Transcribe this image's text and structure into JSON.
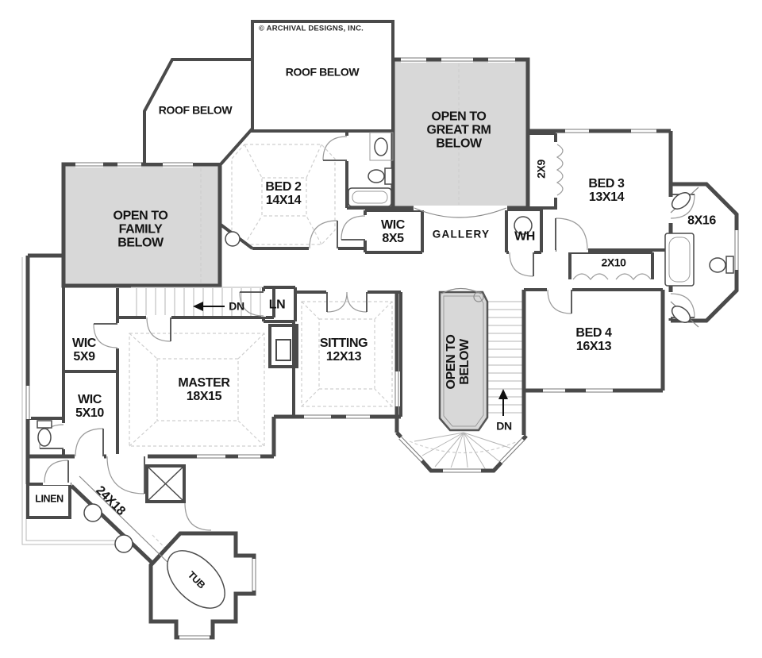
{
  "colors": {
    "wall": "#4a4a4a",
    "open_area_fill": "#d8d8d8",
    "stair_line": "#b5b5b5",
    "dash_line": "#cfcfcf",
    "door_arc": "#9a9a9a",
    "background": "#ffffff"
  },
  "copyright": "© ARCHIVAL DESIGNS, INC.",
  "labels": {
    "roof_below_top": "ROOF BELOW",
    "roof_below_left": "ROOF BELOW",
    "open_to_great": {
      "line1": "OPEN TO",
      "line2": "GREAT RM",
      "line3": "BELOW"
    },
    "open_to_family": {
      "line1": "OPEN TO",
      "line2": "FAMILY",
      "line3": "BELOW"
    },
    "open_to_below": {
      "line1": "OPEN TO",
      "line2": "BELOW"
    },
    "bed2": {
      "name": "BED 2",
      "dim": "14X14"
    },
    "bed3": {
      "name": "BED 3",
      "dim": "13X14"
    },
    "bed4": {
      "name": "BED 4",
      "dim": "16X13"
    },
    "master": {
      "name": "MASTER",
      "dim": "18X15"
    },
    "sitting": {
      "name": "SITTING",
      "dim": "12X13"
    },
    "wic_8x5": {
      "name": "WIC",
      "dim": "8X5"
    },
    "wic_5x9": {
      "name": "WIC",
      "dim": "5X9"
    },
    "wic_5x10": {
      "name": "WIC",
      "dim": "5X10"
    },
    "gallery": "GALLERY",
    "water_heater": "WH",
    "linen_closet": "LN",
    "linen": "LINEN",
    "closet_2x9": "2X9",
    "closet_2x10": "2X10",
    "bath_8x16": "8X16",
    "bath_24x18": "24X18",
    "tub": "TUB",
    "stairs_down_left": "DN",
    "stairs_down_center": "DN"
  }
}
